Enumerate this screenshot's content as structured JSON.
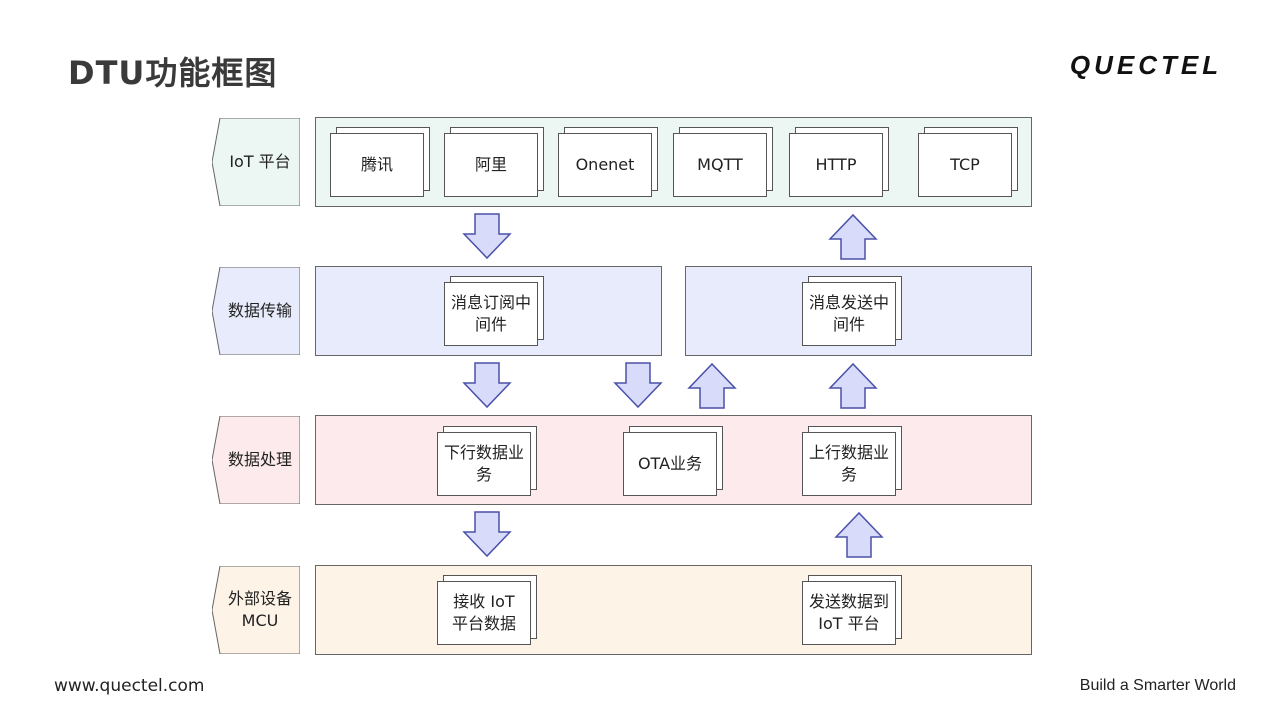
{
  "title": "DTU功能框图",
  "brand": "QUECTEL",
  "footer": {
    "website": "www.quectel.com",
    "slogan": "Build a Smarter World"
  },
  "colors": {
    "iot_band": "#ecf7f3",
    "transfer_band": "#e8ebfb",
    "processing_band": "#fdeaec",
    "device_band": "#fdf3e6",
    "arrow_fill": "#d8dcfa",
    "arrow_stroke": "#4a50a8"
  },
  "layers": [
    {
      "label": "IoT 平台",
      "items": [
        "腾讯",
        "阿里",
        "Onenet",
        "MQTT",
        "HTTP",
        "TCP"
      ]
    },
    {
      "label": "数据传输",
      "items": [
        "消息订阅中\n间件",
        "消息发送中\n间件"
      ]
    },
    {
      "label": "数据处理",
      "items": [
        "下行数据业\n务",
        "OTA业务",
        "上行数据业\n务"
      ]
    },
    {
      "label": "外部设备\nMCU",
      "items": [
        "接收 IoT\n平台数据",
        "发送数据到\nIoT 平台"
      ]
    }
  ]
}
